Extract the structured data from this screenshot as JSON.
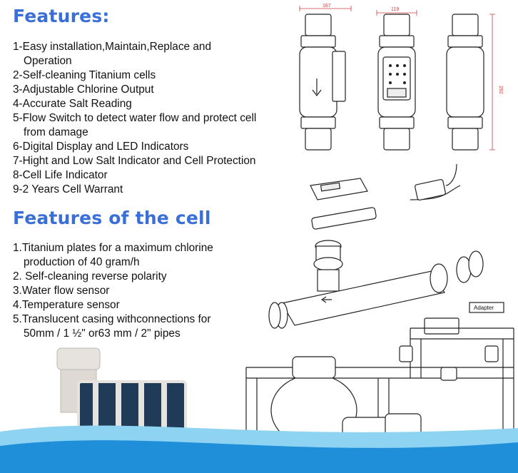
{
  "features": {
    "heading": "Features:",
    "items": [
      {
        "line1": "1-Easy installation,Maintain,Replace and",
        "line2": "Operation"
      },
      {
        "line1": "2-Self-cleaning Titanium cells",
        "line2": ""
      },
      {
        "line1": "3-Adjustable Chlorine Output",
        "line2": ""
      },
      {
        "line1": "4-Accurate Salt Reading",
        "line2": ""
      },
      {
        "line1": "5-Flow Switch to detect water flow and protect cell",
        "line2": "from damage"
      },
      {
        "line1": "6-Digital Display and LED Indicators",
        "line2": ""
      },
      {
        "line1": "7-Hight and Low Salt Indicator and Cell Protection",
        "line2": ""
      },
      {
        "line1": "8-Cell Life Indicator",
        "line2": ""
      },
      {
        "line1": "9-2 Years Cell Warrant",
        "line2": ""
      }
    ]
  },
  "cell_features": {
    "heading": "Features of the cell",
    "items": [
      {
        "line1": "1.Titanium plates for a maximum chlorine",
        "line2": "production of 40 gram/h"
      },
      {
        "line1": "2.  Self-cleaning reverse polarity",
        "line2": ""
      },
      {
        "line1": "3.Water flow sensor",
        "line2": ""
      },
      {
        "line1": "4.Temperature sensor",
        "line2": ""
      },
      {
        "line1": "5.Translucent casing withconnections for",
        "line2": "50mm / 1 ½\" or63 mm / 2\" pipes"
      }
    ]
  },
  "drawing": {
    "dim_width_1": "167",
    "dim_width_2": "119",
    "dim_height": "292",
    "adapter_label": "Adapter"
  },
  "colors": {
    "heading": "#3b6fd8",
    "wave_dark": "#1e8fd8",
    "wave_light": "#8fd3f2",
    "dimension": "#d04040"
  }
}
